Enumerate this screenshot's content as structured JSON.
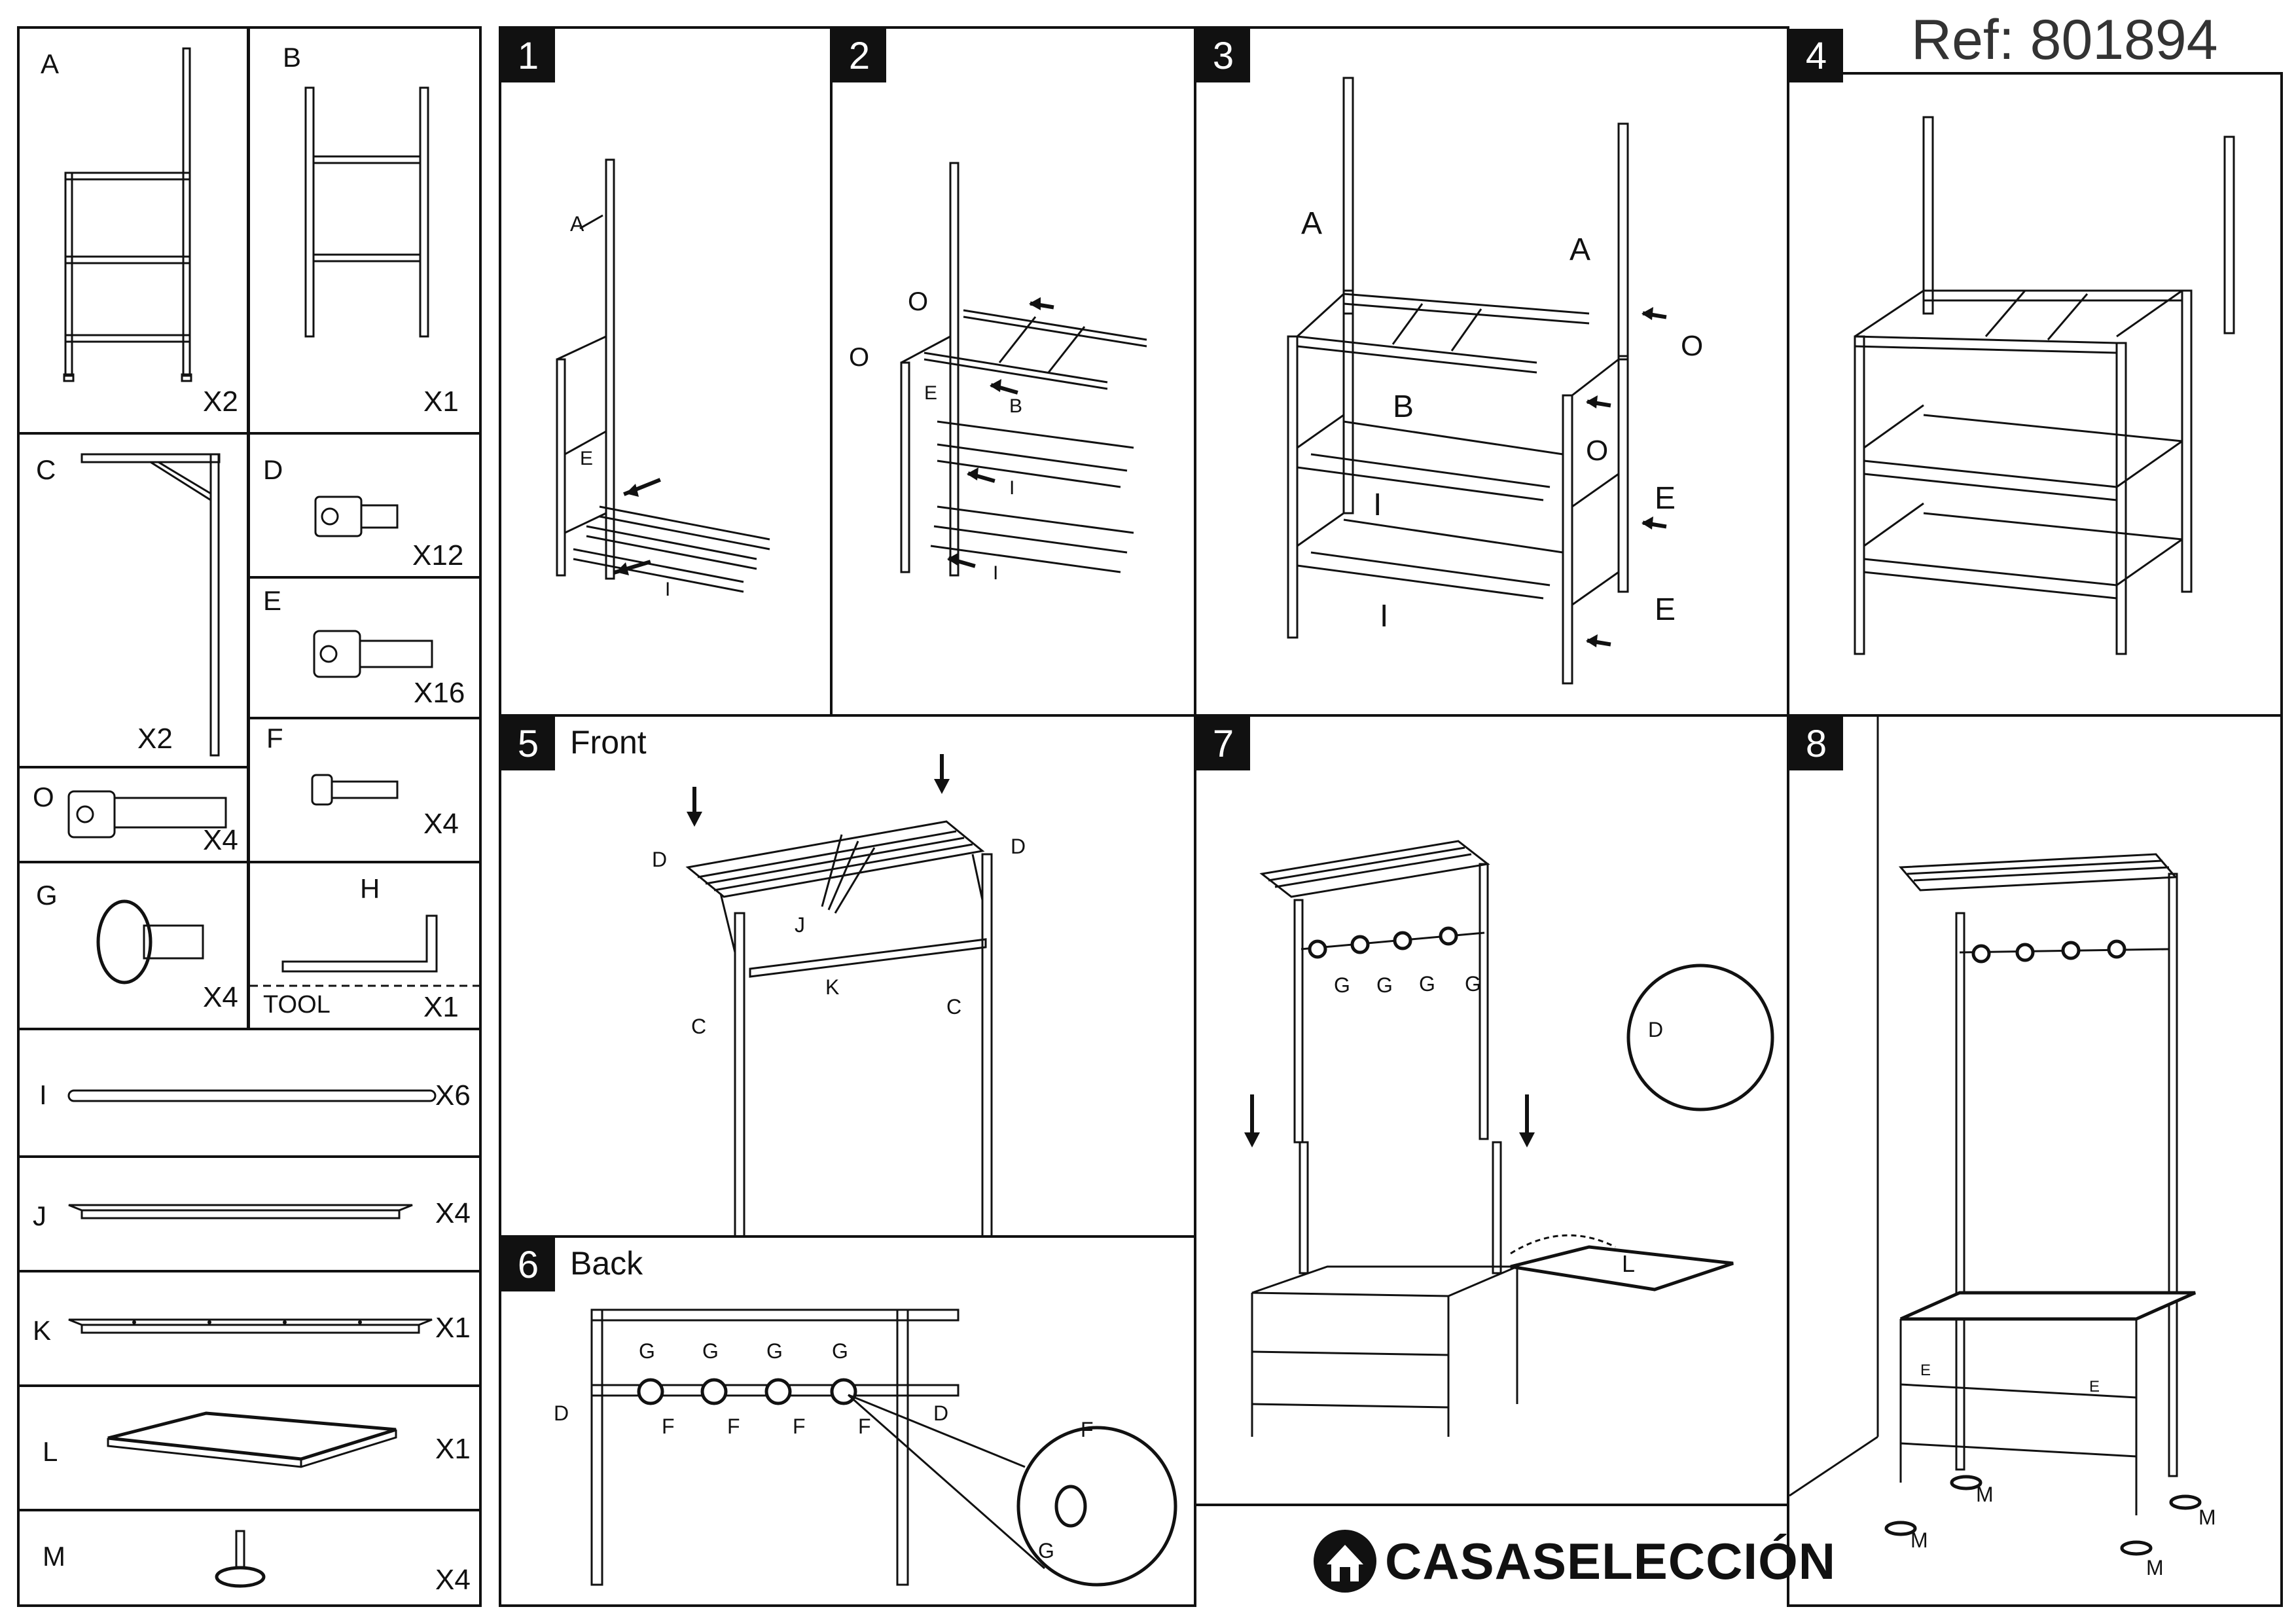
{
  "ref": "Ref: 801894",
  "parts": {
    "A": {
      "letter": "A",
      "qty": "X2"
    },
    "B": {
      "letter": "B",
      "qty": "X1"
    },
    "C": {
      "letter": "C",
      "qty": "X2"
    },
    "D": {
      "letter": "D",
      "qty": "X12"
    },
    "E": {
      "letter": "E",
      "qty": "X16"
    },
    "O": {
      "letter": "O",
      "qty": "X4"
    },
    "F": {
      "letter": "F",
      "qty": "X4"
    },
    "G": {
      "letter": "G",
      "qty": "X4"
    },
    "H": {
      "letter": "H",
      "qty": "X1",
      "tool_label": "TOOL"
    },
    "I": {
      "letter": "I",
      "qty": "X6"
    },
    "J": {
      "letter": "J",
      "qty": "X4"
    },
    "K": {
      "letter": "K",
      "qty": "X1"
    },
    "L": {
      "letter": "L",
      "qty": "X1"
    },
    "M": {
      "letter": "M",
      "qty": "X4"
    }
  },
  "steps": [
    {
      "number": "1",
      "title": "",
      "labels": [
        "A",
        "E",
        "I"
      ]
    },
    {
      "number": "2",
      "title": "",
      "labels": [
        "O",
        "O",
        "E",
        "B",
        "I",
        "I"
      ]
    },
    {
      "number": "3",
      "title": "",
      "labels": [
        "A",
        "A",
        "O",
        "B",
        "O",
        "I",
        "E",
        "I",
        "E"
      ]
    },
    {
      "number": "4",
      "title": "",
      "labels": []
    },
    {
      "number": "5",
      "title": "Front",
      "labels": [
        "D",
        "D",
        "J",
        "K",
        "C",
        "C"
      ]
    },
    {
      "number": "6",
      "title": "Back",
      "labels": [
        "G",
        "G",
        "G",
        "G",
        "D",
        "F",
        "F",
        "F",
        "F",
        "D",
        "F",
        "G"
      ]
    },
    {
      "number": "7",
      "title": "",
      "labels": [
        "G",
        "G",
        "G",
        "G",
        "D",
        "L"
      ]
    },
    {
      "number": "8",
      "title": "",
      "labels": [
        "E",
        "E",
        "M",
        "M",
        "M",
        "M"
      ]
    }
  ],
  "brand": "CASASELECCIÓN"
}
